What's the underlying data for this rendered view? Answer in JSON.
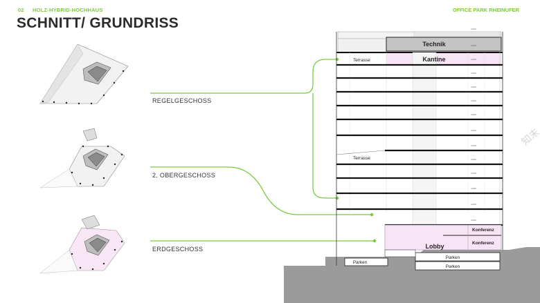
{
  "header": {
    "section_number": "02",
    "section_title": "HOLZ-HYBRID-HOCHHAUS",
    "project": "OFFICE PARK RHEINUFER"
  },
  "title": "SCHNITT/ GRUNDRISS",
  "floor_labels": {
    "regular": "REGELGESCHOSS",
    "second": "2. OBERGESCHOSS",
    "ground": "ERDGESCHOSS"
  },
  "section_labels": {
    "technik": "Technik",
    "kantine": "Kantine",
    "terrasse_top": "Terrasse",
    "terrasse_mid": "Terrasse",
    "konferenz_upper": "Konferenz",
    "konferenz_lower": "Konferenz",
    "lobby": "Lobby",
    "parken_left": "Parken",
    "parken_right_upper": "Parken",
    "parken_right_lower": "Parken"
  },
  "watermark": "知末",
  "colors": {
    "accent_green": "#7ac943",
    "pink_area": "#f7e4f4",
    "floor_slab": "#1a1a1a",
    "ground": "#9b9b9b"
  }
}
